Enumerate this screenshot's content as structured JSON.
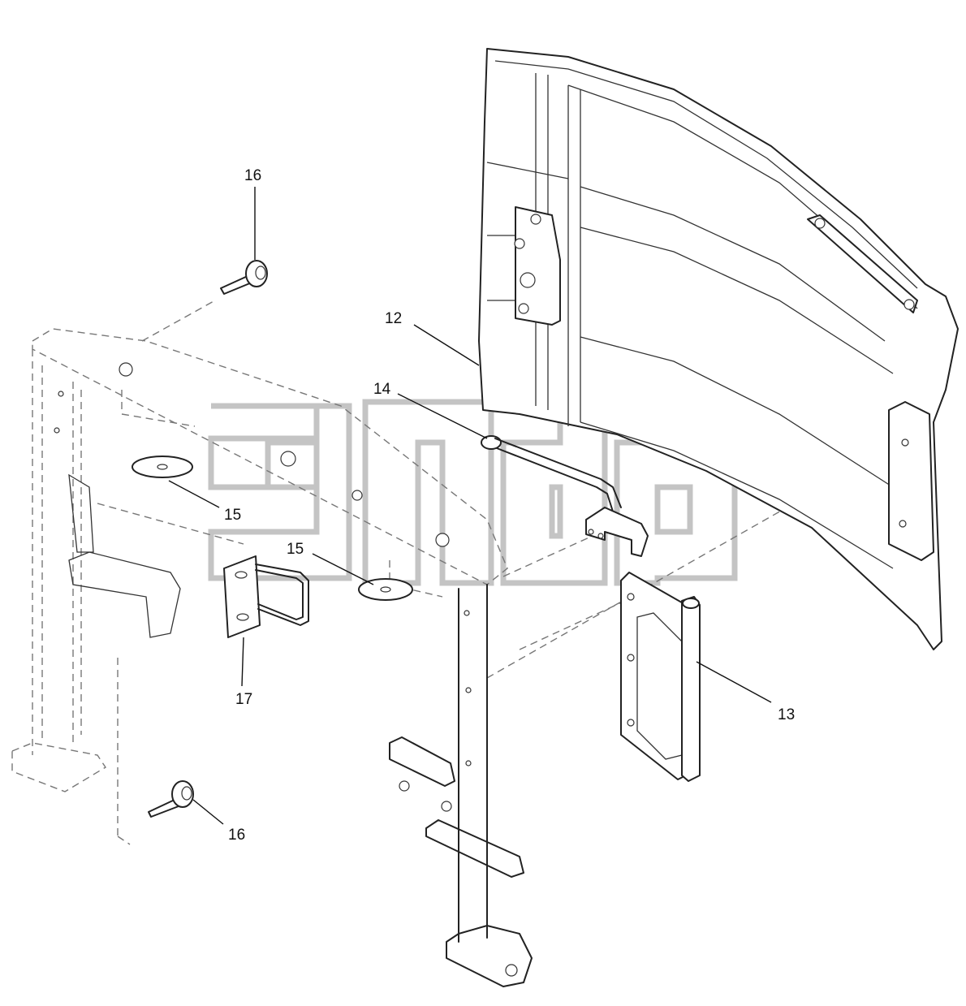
{
  "watermark": {
    "mark": "TM"
  },
  "callouts": [
    {
      "id": "c12",
      "label": "12"
    },
    {
      "id": "c13",
      "label": "13"
    },
    {
      "id": "c14",
      "label": "14"
    },
    {
      "id": "c15a",
      "label": "15"
    },
    {
      "id": "c15b",
      "label": "15"
    },
    {
      "id": "c16a",
      "label": "16"
    },
    {
      "id": "c16b",
      "label": "16"
    },
    {
      "id": "c17",
      "label": "17"
    }
  ]
}
